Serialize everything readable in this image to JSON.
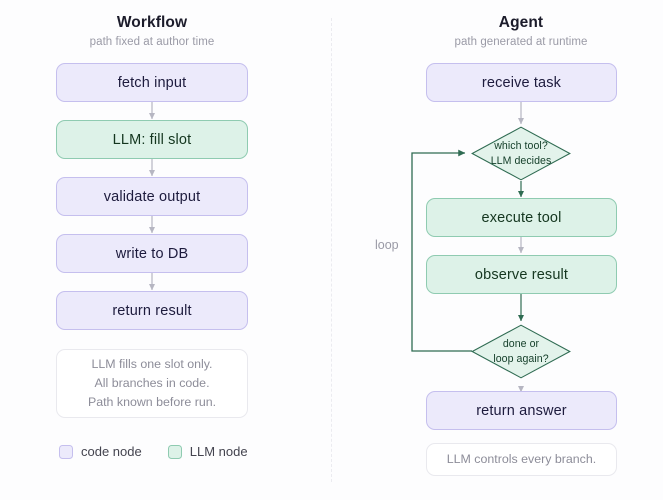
{
  "columns": {
    "workflow": {
      "title": "Workflow",
      "subtitle": "path fixed at author time",
      "nodes": [
        {
          "label": "fetch input",
          "kind": "code"
        },
        {
          "label": "LLM: fill slot",
          "kind": "llm"
        },
        {
          "label": "validate output",
          "kind": "code"
        },
        {
          "label": "write to DB",
          "kind": "code"
        },
        {
          "label": "return result",
          "kind": "code"
        }
      ],
      "note": [
        "LLM fills one slot only.",
        "All branches in code.",
        "Path known before run."
      ]
    },
    "agent": {
      "title": "Agent",
      "subtitle": "path generated at runtime",
      "nodes": [
        {
          "label": "receive task",
          "kind": "code"
        },
        {
          "label": "execute tool",
          "kind": "llm"
        },
        {
          "label": "observe result",
          "kind": "llm"
        },
        {
          "label": "return answer",
          "kind": "code"
        }
      ],
      "decisions": [
        {
          "line1": "which tool?",
          "line2": "LLM decides"
        },
        {
          "line1": "done or",
          "line2": "loop again?"
        }
      ],
      "loop_label": "loop",
      "note": [
        "LLM controls every branch."
      ]
    }
  },
  "legend": {
    "items": [
      {
        "label": "code node",
        "kind": "code",
        "color": "#eceafb"
      },
      {
        "label": "LLM node",
        "kind": "llm",
        "color": "#ddf2e8"
      }
    ]
  },
  "palette": {
    "background": "#fdfdfe",
    "code_fill": "#eceafb",
    "code_border": "#c5bfee",
    "llm_fill": "#ddf2e8",
    "llm_border": "#8fcbb1",
    "diamond_border": "#2f6b52",
    "arrow": "#b6b6c2",
    "loop_line": "#2f6b52",
    "muted_text": "#9a9aa6",
    "title_text": "#1c1c2b"
  }
}
